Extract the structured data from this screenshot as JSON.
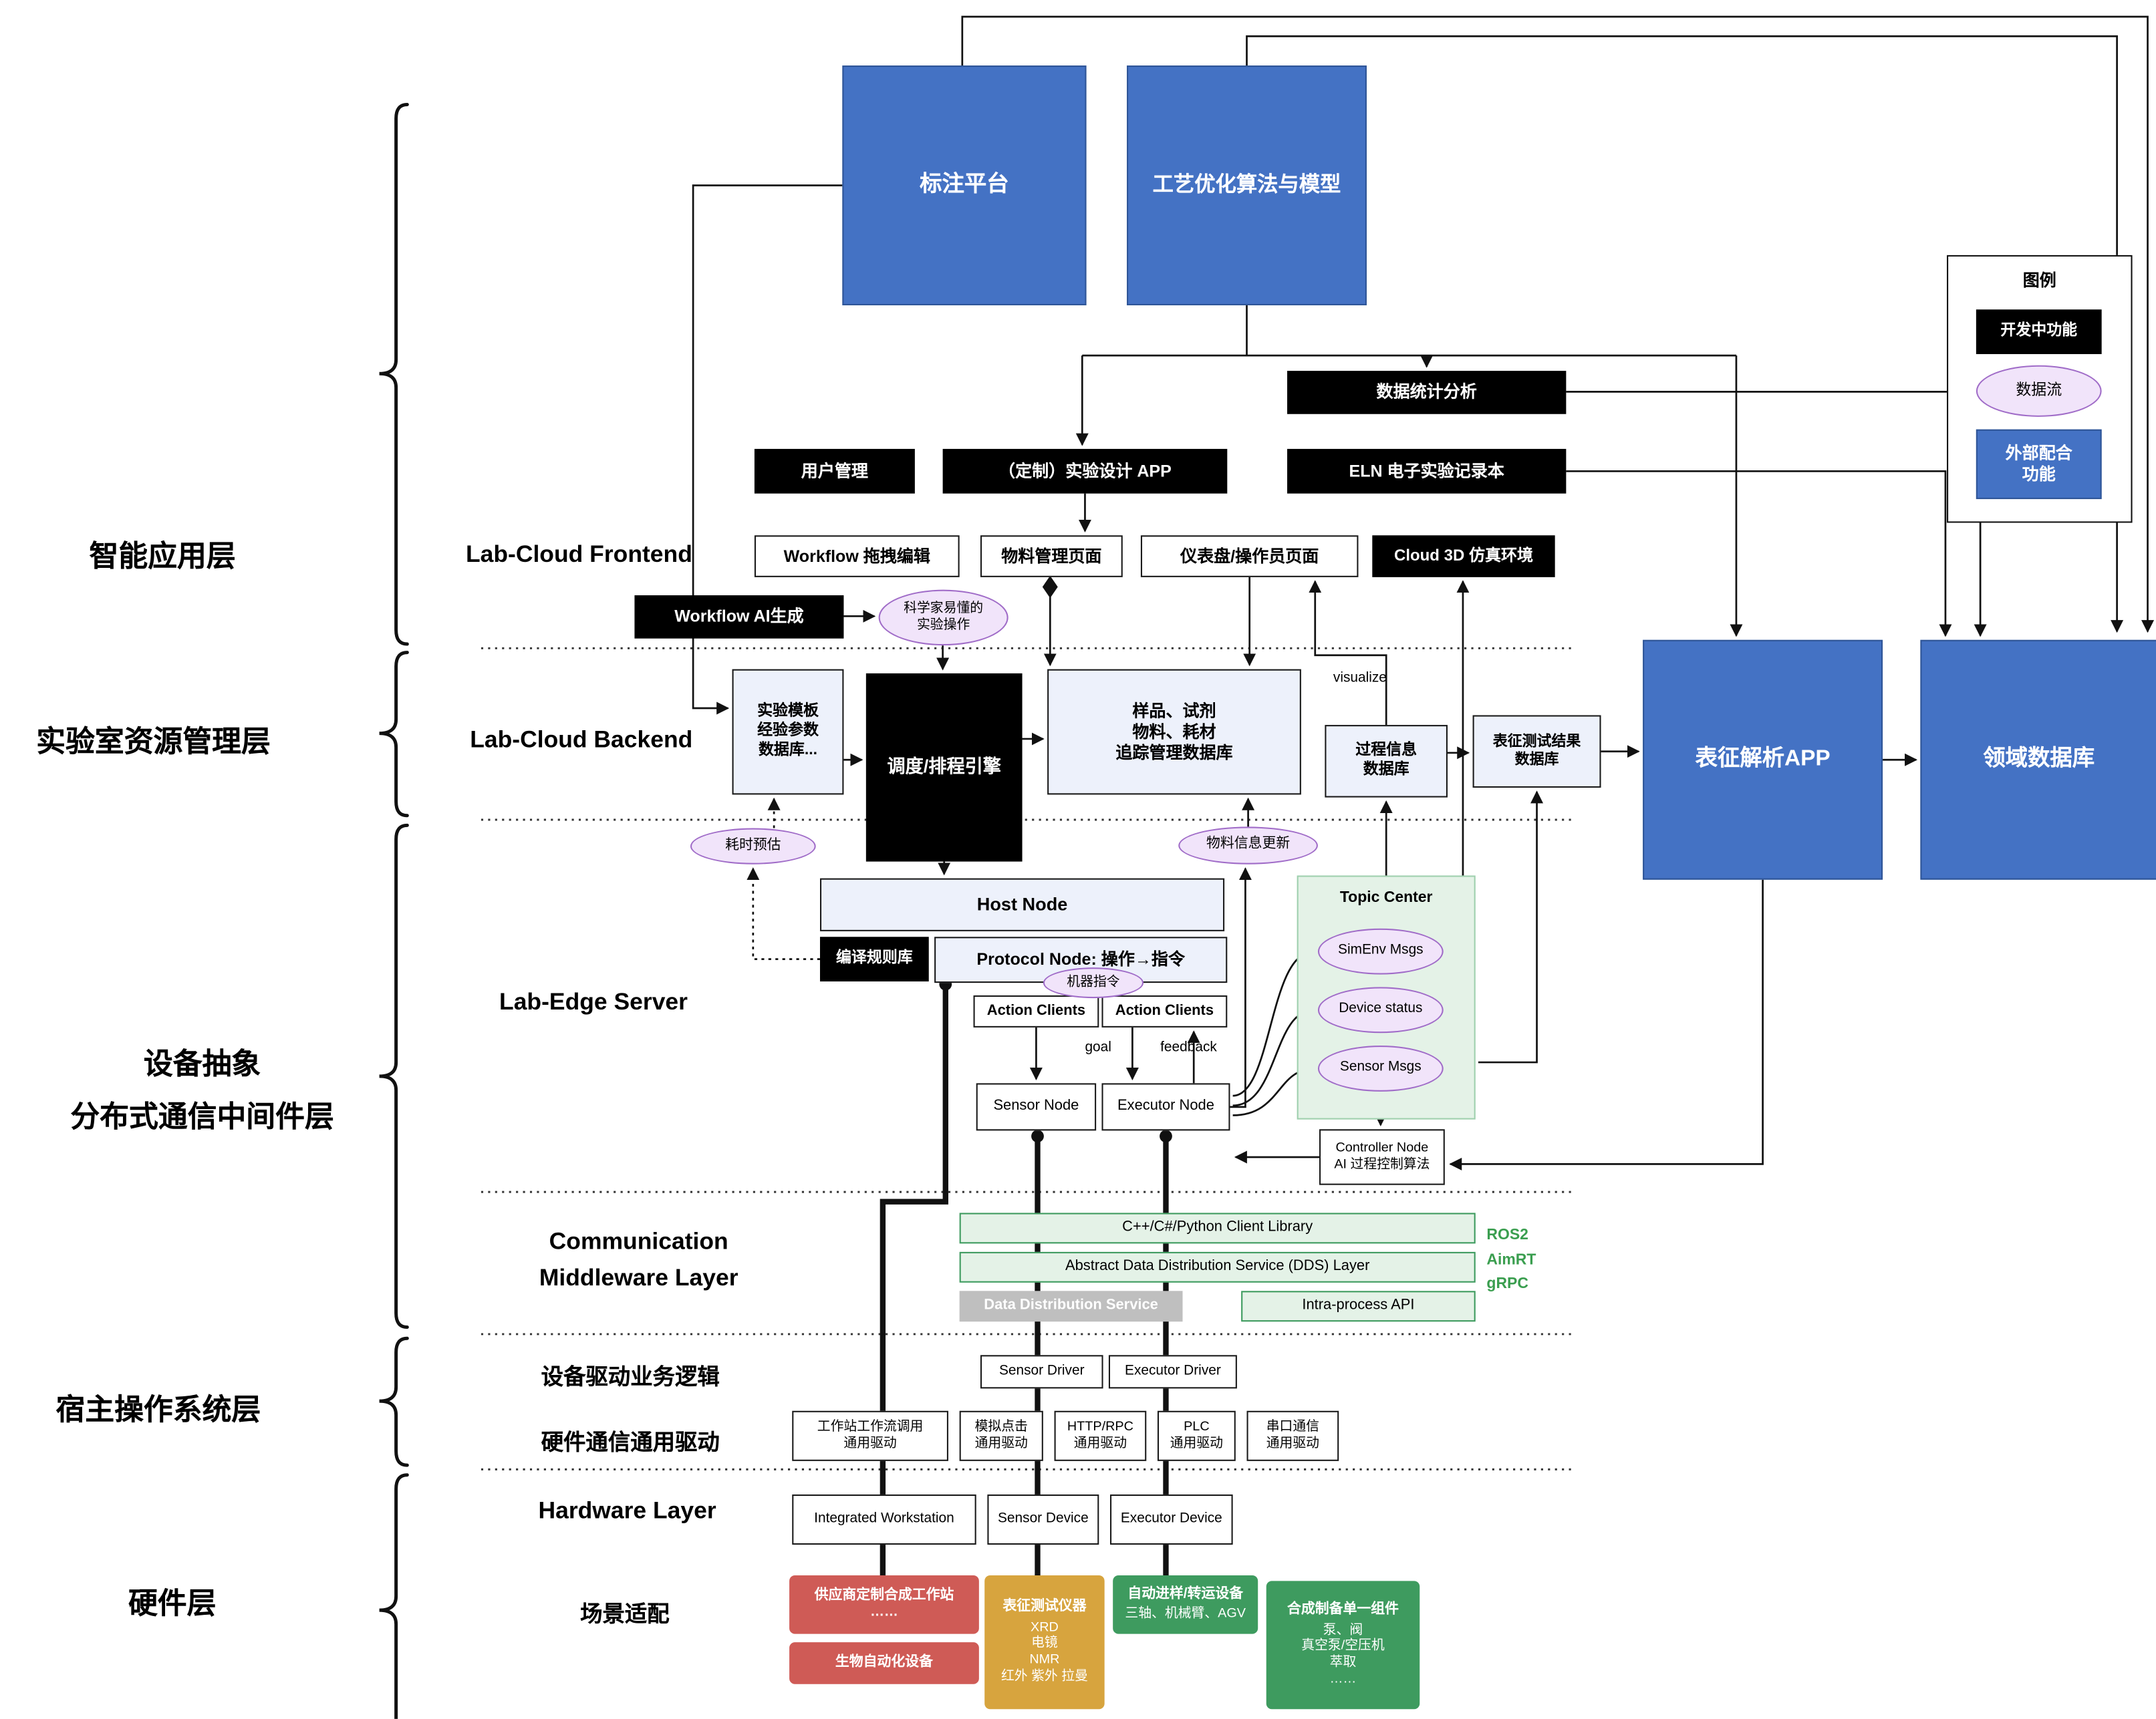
{
  "left_layers": {
    "intelligent_app": "智能应用层",
    "lab_resource": "实验室资源管理层",
    "device_abstraction": "设备抽象\n分布式通信中间件层",
    "host_os": "宿主操作系统层",
    "hardware": "硬件层"
  },
  "top": {
    "annotation_platform": "标注平台",
    "process_optimization": "工艺优化算法与模型"
  },
  "legend": {
    "title": "图例",
    "developing": "开发中功能",
    "data_flow": "数据流",
    "external": "外部配合\n功能"
  },
  "app_layer": {
    "stats": "数据统计分析",
    "user_mgmt": "用户管理",
    "custom_app": "（定制）实验设计 APP",
    "eln": "ELN 电子实验记录本",
    "frontend_label": "Lab-Cloud Frontend",
    "workflow_edit": "Workflow 拖拽编辑",
    "material_page": "物料管理页面",
    "dashboard": "仪表盘/操作员页面",
    "cloud3d": "Cloud 3D 仿真环境",
    "workflow_ai": "Workflow AI生成",
    "sci_ops": "科学家易懂的\n实验操作"
  },
  "backend": {
    "label": "Lab-Cloud Backend",
    "template_db": "实验模板\n经验参数\n数据库...",
    "scheduler": "调度/排程引擎",
    "sample_db": "样品、试剂\n物料、耗材\n追踪管理数据库",
    "process_db": "过程信息\n数据库",
    "charact_db": "表征测试结果\n数据库",
    "visualize": "visualize",
    "charact_app": "表征解析APP",
    "domain_db": "领域数据库"
  },
  "edge": {
    "label": "Lab-Edge Server",
    "time_estimate": "耗时预估",
    "material_update": "物料信息更新",
    "host_node": "Host Node",
    "compile_lib": "编译规则库",
    "protocol_node": "Protocol Node: 操作→指令",
    "machine_cmd": "机器指令",
    "action_clients1": "Action Clients",
    "action_clients2": "Action Clients",
    "goal": "goal",
    "feedback": "feedback",
    "sensor_node": "Sensor Node",
    "executor_node": "Executor Node",
    "controller_node": "Controller Node\nAI 过程控制算法",
    "topic_center": {
      "title": "Topic Center",
      "simenv": "SimEnv Msgs",
      "device_status": "Device status",
      "sensor_msgs": "Sensor Msgs"
    }
  },
  "middleware": {
    "label": "Communication\nMiddleware Layer",
    "client_lib": "C++/C#/Python Client Library",
    "dds_layer": "Abstract Data Distribution Service (DDS) Layer",
    "dds_service": "Data Distribution Service",
    "intra_api": "Intra-process API",
    "protocols": "ROS2\nAimRT\ngRPC"
  },
  "drivers": {
    "business_label": "设备驱动业务逻辑",
    "sensor_driver": "Sensor Driver",
    "executor_driver": "Executor Driver",
    "hw_label": "硬件通信通用驱动",
    "ws_driver": "工作站工作流调用\n通用驱动",
    "click_driver": "模拟点击\n通用驱动",
    "http_driver": "HTTP/RPC\n通用驱动",
    "plc_driver": "PLC\n通用驱动",
    "serial_driver": "串口通信\n通用驱动"
  },
  "hardware": {
    "label": "Hardware Layer",
    "integrated_ws": "Integrated Workstation",
    "sensor_device": "Sensor Device",
    "executor_device": "Executor Device",
    "scenario_label": "场景适配",
    "vendor_ws": "供应商定制合成工作站\n……",
    "bio_auto": "生物自动化设备",
    "charact_title": "表征测试仪器",
    "charact_items": "XRD\n电镜\nNMR\n红外 紫外 拉曼",
    "transfer_title": "自动进样/转运设备",
    "transfer_items": "三轴、机械臂、AGV",
    "synth_title": "合成制备单一组件",
    "synth_items": "泵、阀\n真空泵/空压机\n萃取\n……"
  },
  "colors": {
    "blue": "#4472c4",
    "black": "#000000",
    "lavender": "#edf1fb",
    "purple_flow": "#f1e4fa",
    "light_green": "#e4f2e7",
    "green": "#3e9b5f",
    "red": "#cf5b56",
    "gold": "#d7a43e",
    "gray": "#bfbfbf"
  }
}
